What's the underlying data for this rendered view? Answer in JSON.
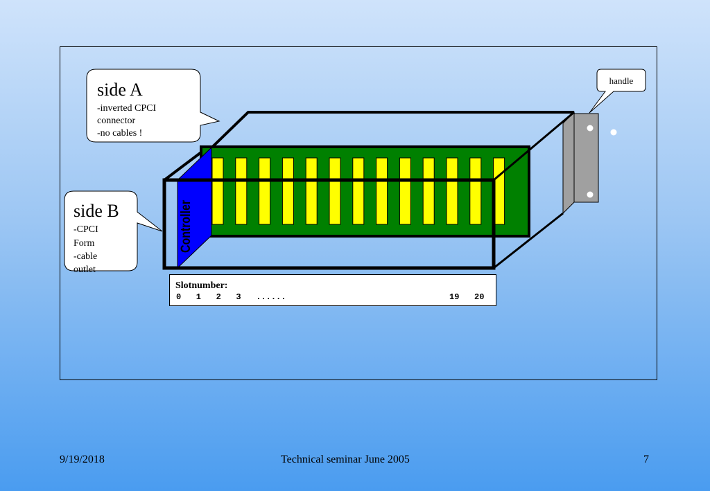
{
  "callouts": {
    "side_a": {
      "title": "side A",
      "lines": [
        "-inverted CPCI",
        "connector",
        "-no cables !"
      ]
    },
    "side_b": {
      "title": "side B",
      "lines": [
        "-CPCI",
        "Form",
        "-cable",
        "outlet"
      ]
    },
    "handle": {
      "label": "handle"
    }
  },
  "controller_label": "Controller",
  "slot_box": {
    "title": "Slotnumber:",
    "numbers": "0   1   2   3   ......",
    "numbers_end": "19   20"
  },
  "colors": {
    "board": "#008000",
    "slot": "#ffff00",
    "controller": "#0000ff",
    "handle": "#a0a0a0"
  },
  "footer": {
    "date": "9/19/2018",
    "center": "Technical seminar June 2005",
    "page": "7"
  }
}
